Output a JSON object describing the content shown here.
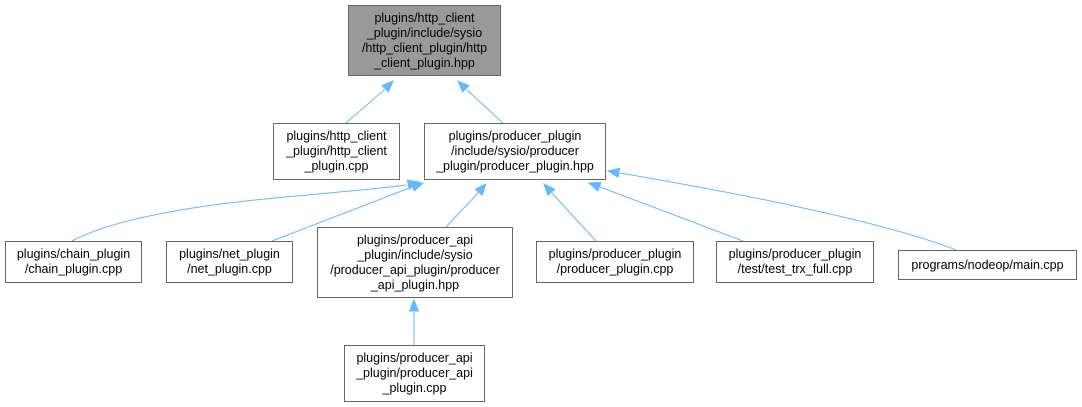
{
  "graph": {
    "nodes": [
      {
        "id": "root",
        "label": "plugins/http_client\n_plugin/include/sysio\n/http_client_plugin/http\n_client_plugin.hpp",
        "root": true
      },
      {
        "id": "http_client_cpp",
        "label": "plugins/http_client\n_plugin/http_client\n_plugin.cpp"
      },
      {
        "id": "producer_hpp",
        "label": "plugins/producer_plugin\n/include/sysio/producer\n_plugin/producer_plugin.hpp"
      },
      {
        "id": "chain_cpp",
        "label": "plugins/chain_plugin\n/chain_plugin.cpp"
      },
      {
        "id": "net_cpp",
        "label": "plugins/net_plugin\n/net_plugin.cpp"
      },
      {
        "id": "producer_api_hpp",
        "label": "plugins/producer_api\n_plugin/include/sysio\n/producer_api_plugin/producer\n_api_plugin.hpp"
      },
      {
        "id": "producer_cpp",
        "label": "plugins/producer_plugin\n/producer_plugin.cpp"
      },
      {
        "id": "test_trx_cpp",
        "label": "plugins/producer_plugin\n/test/test_trx_full.cpp"
      },
      {
        "id": "nodeop_cpp",
        "label": "programs/nodeop/main.cpp"
      },
      {
        "id": "producer_api_cpp",
        "label": "plugins/producer_api\n_plugin/producer_api\n_plugin.cpp"
      }
    ],
    "edges": [
      {
        "from": "http_client_cpp",
        "to": "root"
      },
      {
        "from": "producer_hpp",
        "to": "root"
      },
      {
        "from": "chain_cpp",
        "to": "producer_hpp"
      },
      {
        "from": "net_cpp",
        "to": "producer_hpp"
      },
      {
        "from": "producer_api_hpp",
        "to": "producer_hpp"
      },
      {
        "from": "producer_cpp",
        "to": "producer_hpp"
      },
      {
        "from": "test_trx_cpp",
        "to": "producer_hpp"
      },
      {
        "from": "nodeop_cpp",
        "to": "producer_hpp"
      },
      {
        "from": "producer_api_cpp",
        "to": "producer_api_hpp"
      }
    ],
    "colors": {
      "edge": "#63b8ff",
      "root_fill": "#999999",
      "node_fill": "#ffffff",
      "border": "#666666"
    }
  }
}
